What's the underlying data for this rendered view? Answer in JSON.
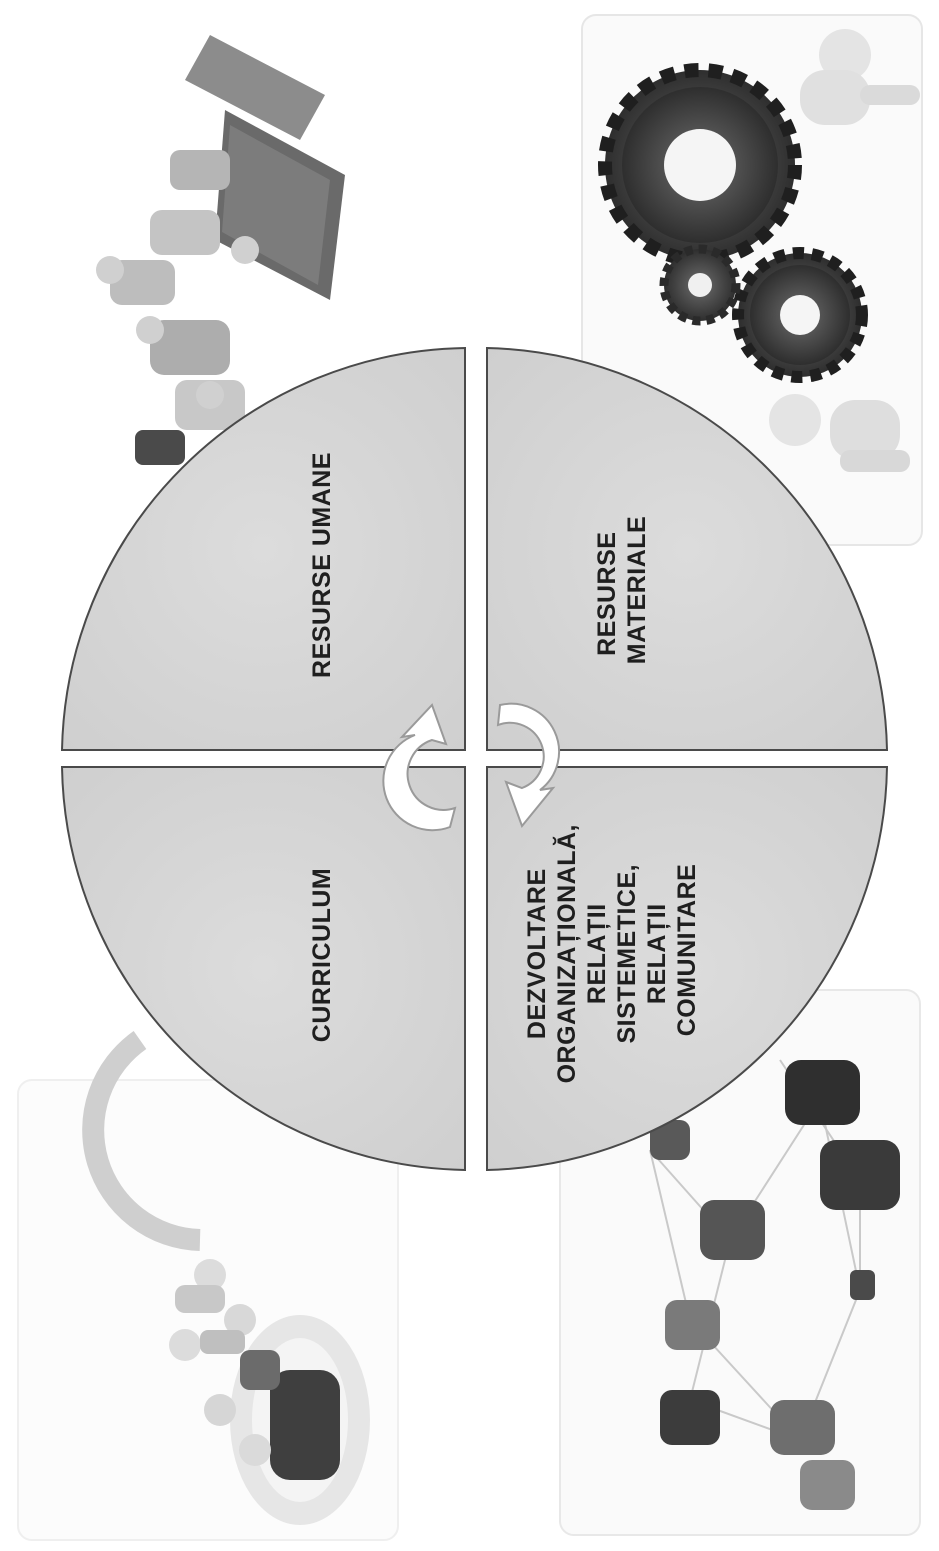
{
  "diagram": {
    "quadrants": {
      "top_left": {
        "lines": [
          "CURRICULUM"
        ]
      },
      "top_right": {
        "lines": [
          "RESURSE UMANE"
        ]
      },
      "bottom_right": {
        "lines": [
          "RESURSE",
          "MATERIALE"
        ]
      },
      "bottom_left": {
        "lines": [
          "DEZVOLTARE",
          "ORGANIZAȚIONALĂ,",
          "RELAȚII",
          "SISTEMETICE,",
          "RELAȚII",
          "COMUNITARE"
        ]
      }
    },
    "colors": {
      "quadrant_fill": "#d8d8d8",
      "quadrant_stroke": "#4a4a4a",
      "text": "#1f1f1f",
      "arrow_fill": "#ffffff",
      "arrow_stroke": "#9a9a9a"
    },
    "decorations": [
      "people-puzzle-icon",
      "gears-with-people-icon",
      "puzzle-network-icon",
      "team-puzzle-ring-icon"
    ]
  }
}
